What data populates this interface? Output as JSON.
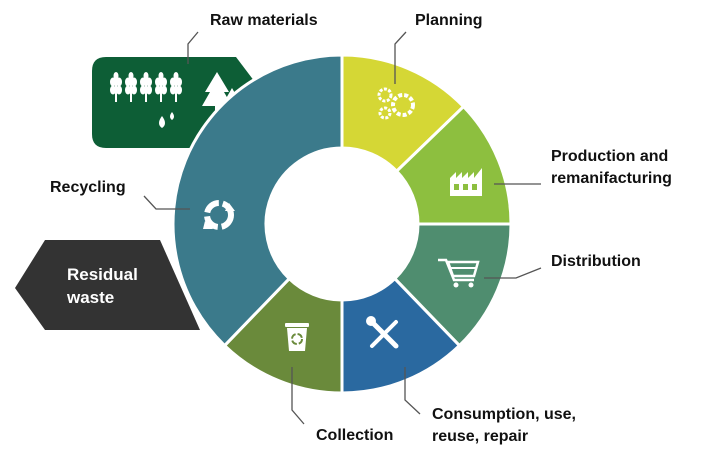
{
  "labels": {
    "raw_materials": "Raw materials",
    "planning": "Planning",
    "production": "Production and remanifacturing",
    "production_line1": "Production and",
    "production_line2": "remanifacturing",
    "distribution": "Distribution",
    "consumption_line1": "Consumption, use,",
    "consumption_line2": "reuse, repair",
    "collection": "Collection",
    "recycling": "Recycling",
    "residual_line1": "Residual",
    "residual_line2": "waste"
  },
  "segments": [
    {
      "name": "planning",
      "icon": "gears-icon",
      "color": "#d5d735"
    },
    {
      "name": "production",
      "icon": "factory-icon",
      "color": "#8dbf3f"
    },
    {
      "name": "distribution",
      "icon": "shopping-cart-icon",
      "color": "#4f8d6f"
    },
    {
      "name": "consumption",
      "icon": "tools-icon",
      "color": "#2a69a0"
    },
    {
      "name": "collection",
      "icon": "recycle-bin-icon",
      "color": "#6a8a3b"
    },
    {
      "name": "recycling",
      "icon": "recycle-icon",
      "color": "#3b7a8b"
    }
  ],
  "colors": {
    "raw_materials": "#0d5e36",
    "residual_waste": "#333333",
    "leader": "#555555"
  }
}
